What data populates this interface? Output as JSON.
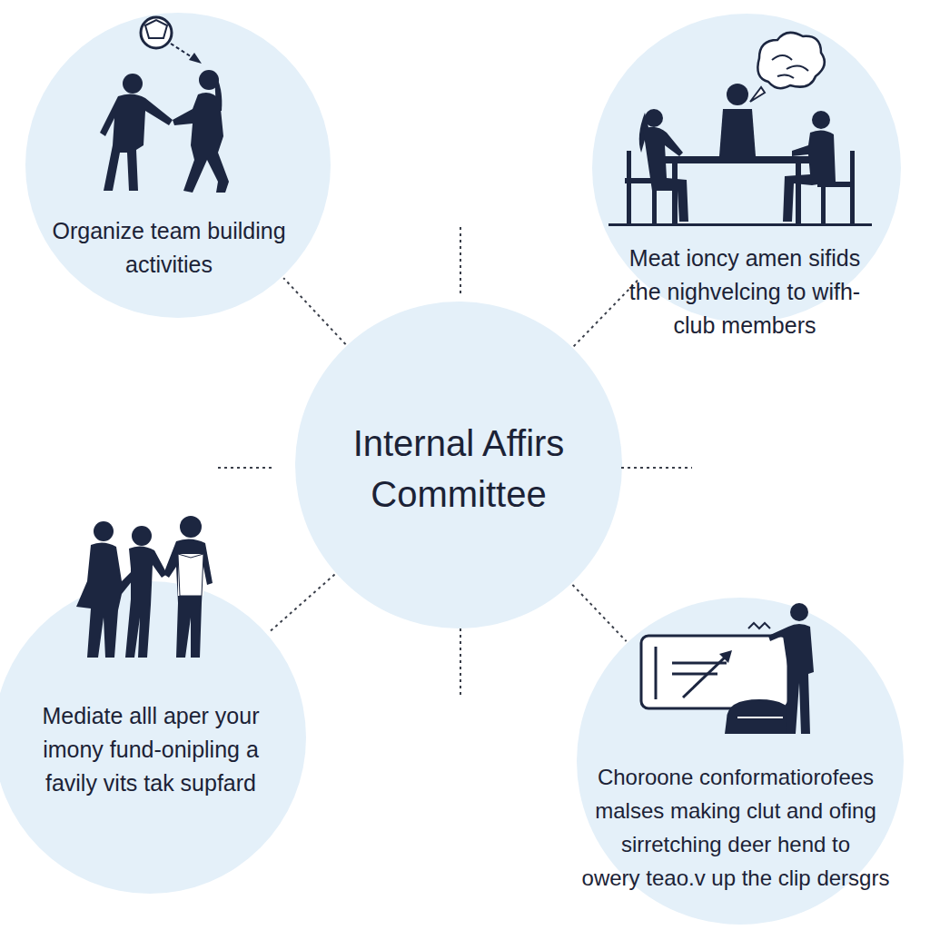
{
  "diagram": {
    "nodes": [
      {
        "text": [
          "Organize team building activities"
        ]
      },
      {
        "text": [
          "Meat ioncy amen sifids the nighvelcing to wifh- club members"
        ]
      },
      {
        "text": [
          "Internal Affirs Committee"
        ]
      },
      {
        "text": [
          "Mediate alll aper your imony fund-onipling a favily vits tak supfard"
        ]
      },
      {
        "text": [
          "Choroone conformatiorofees malses making clut and ofing sirretching deer hend to owery teao.v up the clip dersgrs"
        ]
      }
    ],
    "edges": [
      {
        "from": 2,
        "to": 0,
        "arrow": "none"
      },
      {
        "from": 2,
        "to": 1,
        "arrow": "none"
      },
      {
        "from": 2,
        "to": 3,
        "arrow": "none"
      },
      {
        "from": 2,
        "to": 4,
        "arrow": "none"
      }
    ]
  }
}
